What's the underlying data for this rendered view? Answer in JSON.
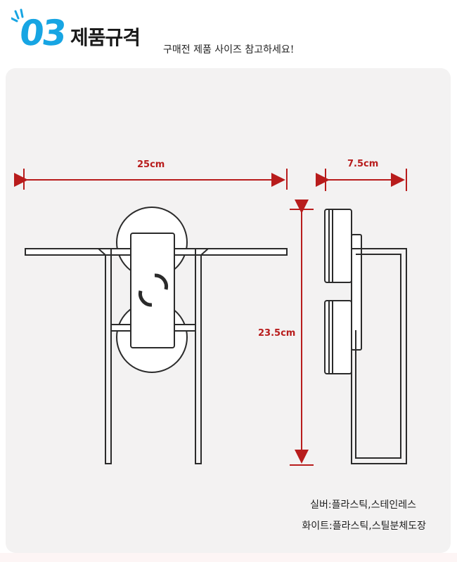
{
  "header": {
    "number": "03",
    "title": "제품규격",
    "subtitle": "구매전 제품 사이즈 참고하세요!"
  },
  "dimensions": {
    "width": "25cm",
    "depth": "7.5cm",
    "height": "23.5cm"
  },
  "materials": [
    "실버:플라스틱,스테인레스",
    "화이트:플라스틱,스틸분체도장"
  ],
  "colors": {
    "accent_blue": "#17a5e3",
    "dimension_red": "#b81c1c",
    "panel_bg": "#f3f2f2",
    "line_dark": "#2b2b2b"
  }
}
